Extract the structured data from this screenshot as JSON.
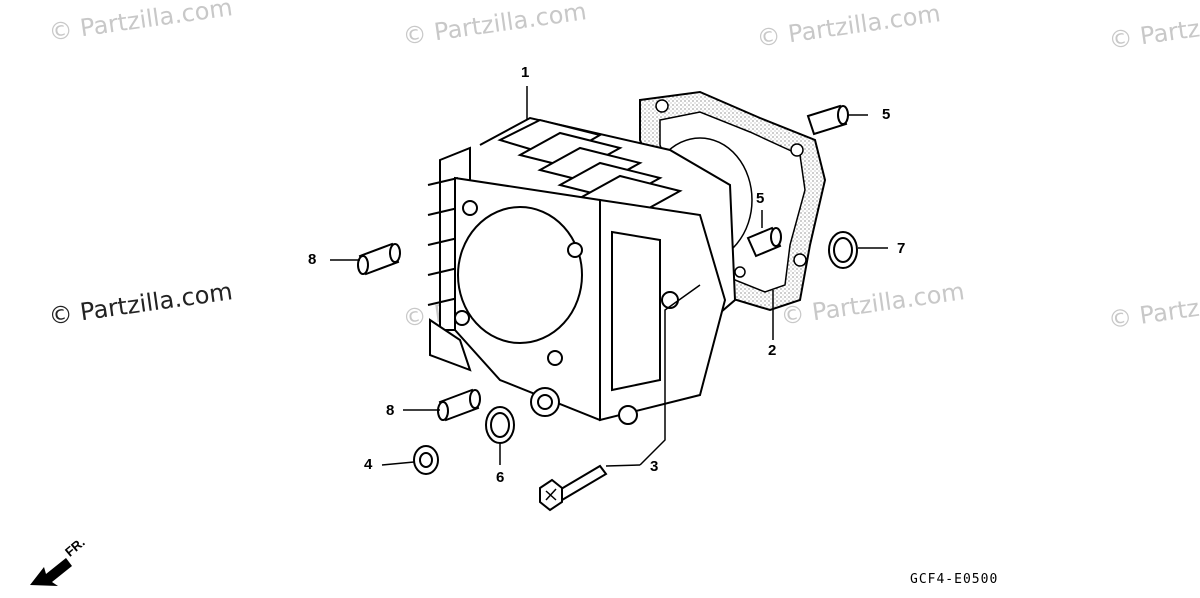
{
  "diagram": {
    "diagram_code": "GCF4-E0500",
    "direction_indicator": "FR.",
    "watermarks": [
      "© Partzilla.com",
      "© Partzilla.com",
      "© Partzilla.com",
      "© Partzilla.com",
      "© Partzilla.com",
      "© Partzilla.com",
      "© Partzilla.com",
      "© Partz"
    ],
    "callouts": {
      "c1": "1",
      "c2": "2",
      "c3": "3",
      "c4": "4",
      "c5a": "5",
      "c5b": "5",
      "c6": "6",
      "c7": "7",
      "c8a": "8",
      "c8b": "8"
    }
  }
}
